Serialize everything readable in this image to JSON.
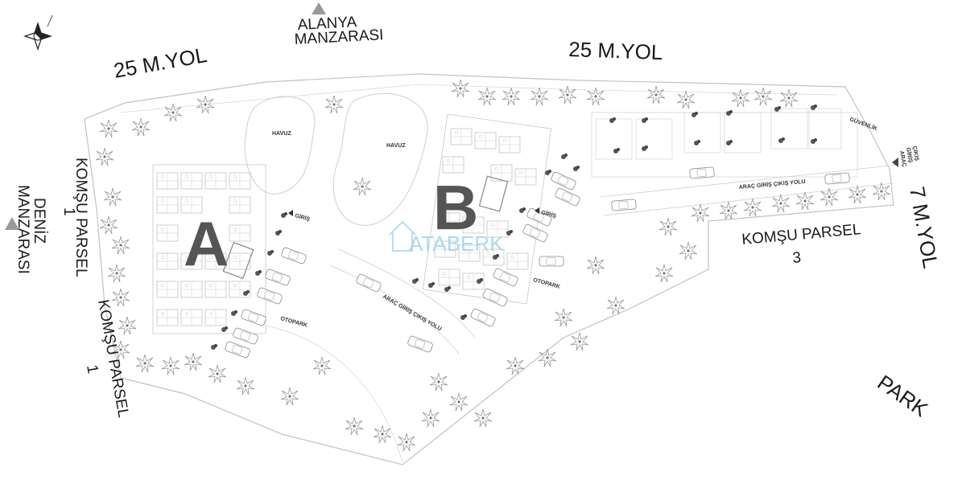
{
  "labels": {
    "road_north_left": "25 M.YOL",
    "road_north_right": "25 M.YOL",
    "road_east": "7 M.YOL",
    "view_alanya_1": "ALANYA",
    "view_alanya_2": "MANZARASI",
    "view_sea_1": "DENİZ",
    "view_sea_2": "MANZARASI",
    "neighbor_1a": "KOMŞU PARSEL",
    "neighbor_1a_num": "1",
    "neighbor_1b": "KOMŞU PARSEL",
    "neighbor_1b_num": "1",
    "neighbor_3": "KOMŞU PARSEL",
    "neighbor_3_num": "3",
    "park": "PARK",
    "block_a": "A",
    "block_b": "B",
    "watermark": "ATABERK",
    "entrance_a": "GİRİŞ",
    "entrance_b": "GİRİŞ",
    "parking_a": "OTOPARK",
    "parking_b": "OTOPARK",
    "vehicle_road": "ARAÇ GİRİŞ ÇIKIŞ YOLU",
    "vehicle_road_2": "ARAÇ GİRİŞ ÇIKIŞ YOLU",
    "vehicle_gate_1": "ARAÇ",
    "vehicle_gate_2": "GİRİŞ",
    "vehicle_gate_3": "ÇIKIŞ",
    "security": "GÜVENLİK",
    "pool_1": "HAVUZ",
    "pool_2": "HAVUZ"
  },
  "colors": {
    "line": "#bdbdbd",
    "text": "#1a1a1a",
    "block_letter": "#555555",
    "watermark": "#9fd3ee",
    "marker": "#999999"
  },
  "icons": {
    "north": "compass-rose-icon",
    "view_marker": "triangle-icon",
    "tree": "palm-tree-icon",
    "car": "car-icon"
  }
}
